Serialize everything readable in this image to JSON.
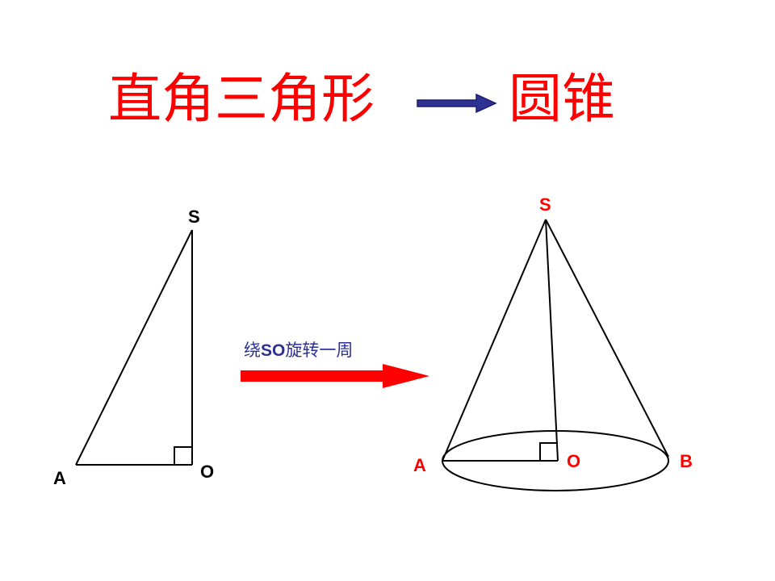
{
  "title": {
    "from": "直角三角形",
    "to": "圆锥"
  },
  "triangle": {
    "apex_label": "S",
    "base_left_label": "A",
    "right_angle_label": "O"
  },
  "operation": {
    "prefix": "绕",
    "axis": "SO",
    "suffix": "旋转一周"
  },
  "cone": {
    "apex_label": "S",
    "left_label": "A",
    "center_label": "O",
    "right_label": "B"
  },
  "colors": {
    "title": "#ff0000",
    "title_arrow": "#2e3192",
    "operation_arrow": "#ff0000",
    "caption_text": "#2e3192",
    "triangle_labels": "#000000",
    "cone_labels": "#ff0000",
    "lines": "#000000"
  }
}
